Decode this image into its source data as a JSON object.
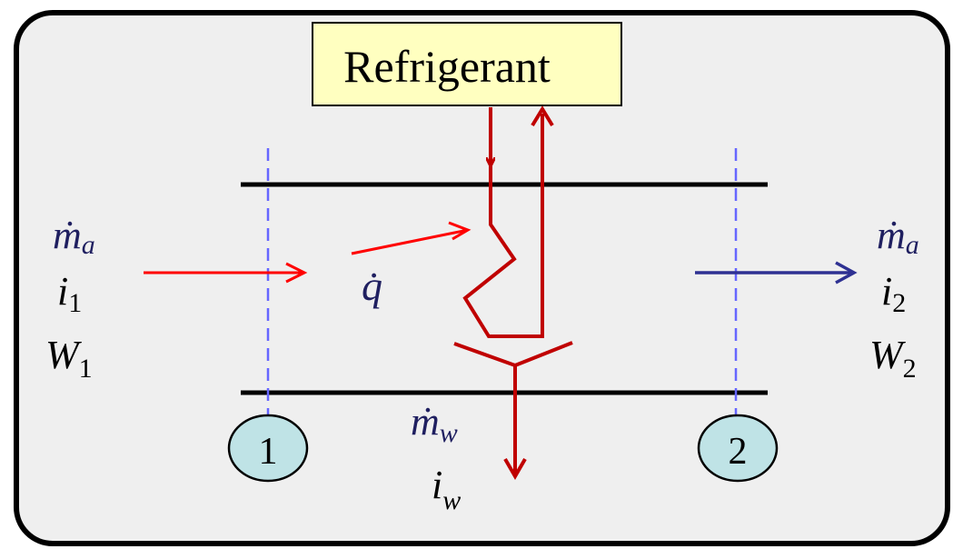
{
  "refrigerant_label": "Refrigerant",
  "inlet": {
    "flow": "ṁ",
    "flow_sub": "a",
    "enthalpy": "i",
    "enthalpy_sub": "1",
    "humidity": "W",
    "humidity_sub": "1"
  },
  "outlet": {
    "flow": "ṁ",
    "flow_sub": "a",
    "enthalpy": "i",
    "enthalpy_sub": "2",
    "humidity": "W",
    "humidity_sub": "2"
  },
  "heat": {
    "symbol": "q̇"
  },
  "condensate": {
    "flow": "ṁ",
    "flow_sub": "w",
    "enthalpy": "i",
    "enthalpy_sub": "w"
  },
  "stations": {
    "first": "1",
    "second": "2"
  },
  "colors": {
    "panel": "#efefef",
    "border": "#000000",
    "refrigerant": "#c00000",
    "air_in": "#ff0000",
    "air_out": "#2e3192",
    "section_line": "#6666ff",
    "station_fill": "#bfe3e6",
    "label_box": "#ffffc0",
    "text_dark": "#1f1f60"
  }
}
